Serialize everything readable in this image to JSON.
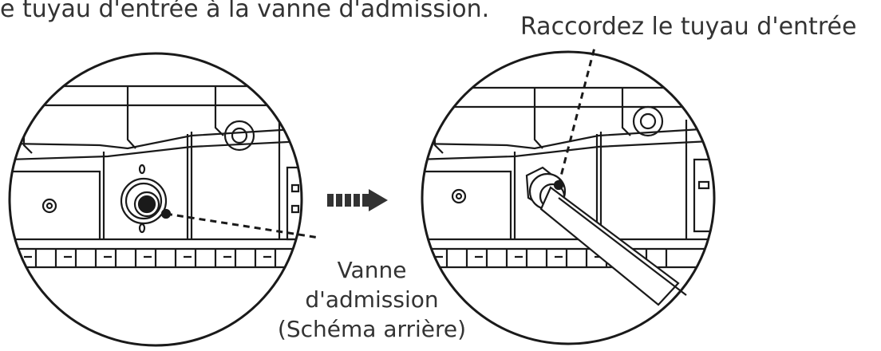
{
  "instruction_text": "e tuyau d'entrée à la vanne d'admission.",
  "callout_right": "Raccordez le tuyau d'entrée",
  "caption": {
    "line1": "Vanne",
    "line2": "d'admission",
    "line3": "(Schéma arrière)"
  },
  "colors": {
    "stroke": "#1a1a1a",
    "text": "#333333"
  }
}
